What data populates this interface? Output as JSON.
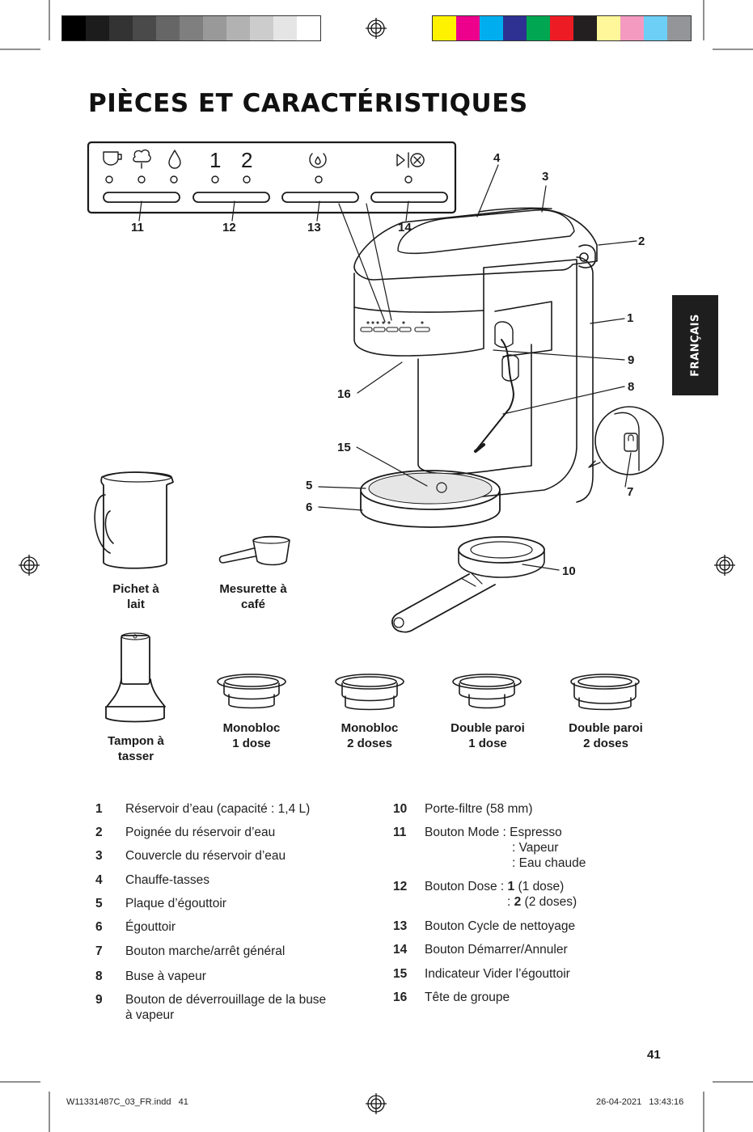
{
  "header": {
    "title": "PIÈCES ET CARACTÉRISTIQUES",
    "language_tab": "FRANÇAIS"
  },
  "print_marks": {
    "gray_bar": [
      "#000000",
      "#1c1c1c",
      "#333333",
      "#4a4a4a",
      "#666666",
      "#7f7f7f",
      "#999999",
      "#b2b2b2",
      "#cccccc",
      "#e5e5e5",
      "#ffffff"
    ],
    "color_bar": [
      "#fff200",
      "#ec008c",
      "#00aeef",
      "#2e3192",
      "#00a651",
      "#ed1c24",
      "#231f20",
      "#fff799",
      "#f49ac1",
      "#6dcff6",
      "#939598"
    ]
  },
  "diagram": {
    "callouts": [
      "1",
      "2",
      "3",
      "4",
      "5",
      "6",
      "7",
      "8",
      "9",
      "10",
      "11",
      "12",
      "13",
      "14",
      "15",
      "16"
    ],
    "panel_digits": [
      "1",
      "2"
    ]
  },
  "accessories": [
    {
      "id": "pitcher",
      "label": "Pichet à\nlait"
    },
    {
      "id": "scoop",
      "label": "Mesurette à\ncafé"
    },
    {
      "id": "tamper",
      "label": "Tampon à\ntasser"
    },
    {
      "id": "basket-single-1",
      "label": "Monobloc\n1 dose"
    },
    {
      "id": "basket-single-2",
      "label": "Monobloc\n2 doses"
    },
    {
      "id": "basket-double-1",
      "label": "Double paroi\n1 dose"
    },
    {
      "id": "basket-double-2",
      "label": "Double paroi\n2 doses"
    }
  ],
  "legend": {
    "left": [
      {
        "num": "1",
        "text": "Réservoir d’eau (capacité : 1,4 L)"
      },
      {
        "num": "2",
        "text": "Poignée du réservoir d’eau"
      },
      {
        "num": "3",
        "text": "Couvercle du réservoir d’eau"
      },
      {
        "num": "4",
        "text": "Chauffe-tasses"
      },
      {
        "num": "5",
        "text": "Plaque d’égouttoir"
      },
      {
        "num": "6",
        "text": "Égouttoir"
      },
      {
        "num": "7",
        "text": "Bouton marche/arrêt général"
      },
      {
        "num": "8",
        "text": "Buse à vapeur"
      },
      {
        "num": "9",
        "text": "Bouton de déverrouillage de la buse",
        "text2": "à vapeur"
      }
    ],
    "right": [
      {
        "num": "10",
        "text": "Porte-filtre (58 mm)"
      },
      {
        "num": "11",
        "text": "Bouton Mode : Espresso",
        "text2": ": Vapeur",
        "text3": ": Eau chaude"
      },
      {
        "num": "12",
        "text_a": "Bouton Dose : ",
        "text_b": "1",
        "text_c": " (1 dose)",
        "text2_a": ": ",
        "text2_b": "2",
        "text2_c": " (2 doses)"
      },
      {
        "num": "13",
        "text": "Bouton Cycle de nettoyage"
      },
      {
        "num": "14",
        "text": "Bouton Démarrer/Annuler"
      },
      {
        "num": "15",
        "text": "Indicateur Vider l’égouttoir"
      },
      {
        "num": "16",
        "text": "Tête de groupe"
      }
    ]
  },
  "footer": {
    "page_number": "41",
    "file": "W11331487C_03_FR.indd   41",
    "timestamp": "26-04-2021   13:43:16"
  }
}
